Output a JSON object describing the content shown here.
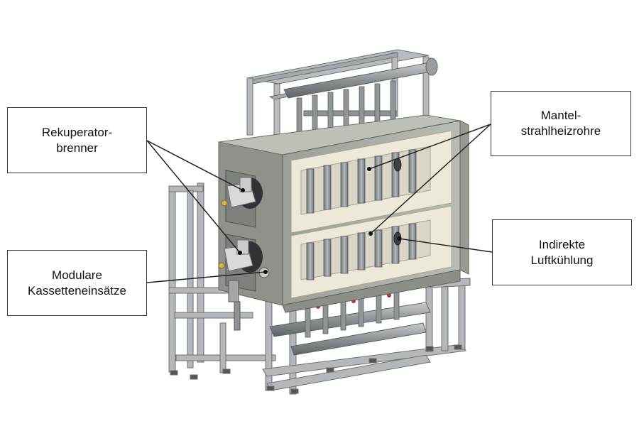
{
  "labels": {
    "rekuperator": "Rekuperator-\nbrenner",
    "modular": "Modulare\nKassetteneinsätze",
    "mantel": "Mantel-\nstrahlheizrohre",
    "indirekt": "Indirekte\nLuftkühlung"
  },
  "colors": {
    "frame": "#9ea3a5",
    "shell": "#a9aea7",
    "shell_dark": "#7e847d",
    "lining": "#eae6d8",
    "tube": "#8f9497",
    "burner": "#d6d8d6",
    "callout_line": "#222222"
  }
}
